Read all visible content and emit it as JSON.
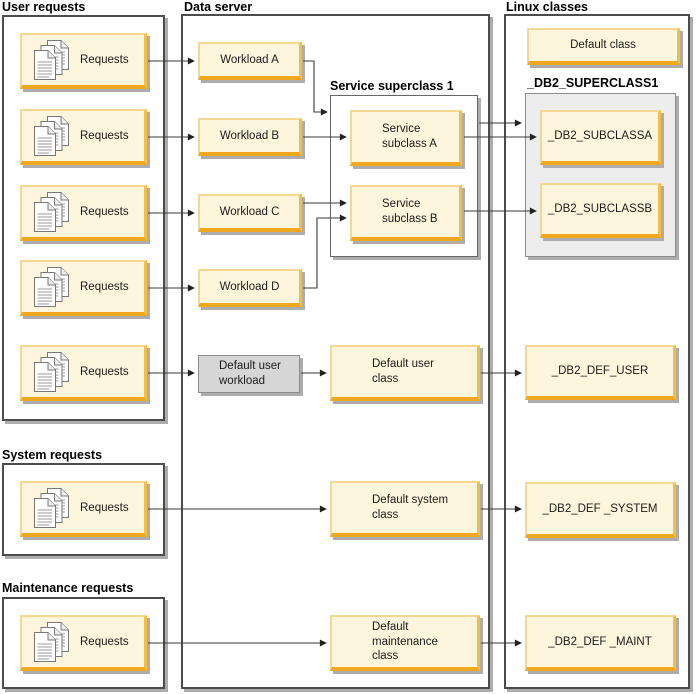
{
  "groups": {
    "user_requests": "User requests",
    "data_server": "Data server",
    "linux_classes": "Linux classes",
    "system_requests": "System requests",
    "maintenance_requests": "Maintenance requests",
    "service_superclass1": "Service superclass 1",
    "db2_superclass1": "_DB2_SUPERCLASS1"
  },
  "boxes": {
    "requests": "Requests",
    "workload_a": "Workload A",
    "workload_b": "Workload B",
    "workload_c": "Workload C",
    "workload_d": "Workload D",
    "default_user_workload": "Default user\nworkload",
    "service_subclass_a": "Service\nsubclass A",
    "service_subclass_b": "Service\nsubclass B",
    "default_user_class": "Default user\nclass",
    "default_system_class": "Default system\nclass",
    "default_maintenance_class": "Default maintenance\nclass",
    "default_class": "Default class",
    "db2_subclassa": "_DB2_SUBCLASSA",
    "db2_subclassb": "_DB2_SUBCLASSB",
    "db2_def_user": "_DB2_DEF_USER",
    "db2_def_system": "_DB2_DEF _SYSTEM",
    "db2_def_maint": "_DB2_DEF _MAINT"
  },
  "icons": {
    "requests": "documents-icon"
  },
  "connections": [
    "user-requests-1 -> workload_a",
    "user-requests-2 -> workload_b",
    "user-requests-3 -> workload_c",
    "user-requests-4 -> workload_d",
    "user-requests-5 -> default_user_workload",
    "workload_a -> service_superclass1",
    "workload_b -> service_subclass_a",
    "workload_c -> service_subclass_b",
    "workload_d -> service_subclass_b",
    "service_superclass1 -> db2_superclass1",
    "service_subclass_a -> db2_subclassa",
    "service_subclass_b -> db2_subclassb",
    "default_user_workload -> default_user_class",
    "default_user_class -> db2_def_user",
    "system-requests -> default_system_class",
    "default_system_class -> db2_def_system",
    "maintenance-requests -> default_maintenance_class",
    "default_maintenance_class -> db2_def_maint"
  ],
  "colors": {
    "box_fill": "#FDF6DD",
    "box_border_light": "#F4D892",
    "box_border_amber": "#F5BE42",
    "box_border_orange": "#F0A81E",
    "gray_fill": "#D6D6D6",
    "container_gray": "#EDEDED",
    "shadow": "#ADADAD",
    "line": "#333333"
  }
}
